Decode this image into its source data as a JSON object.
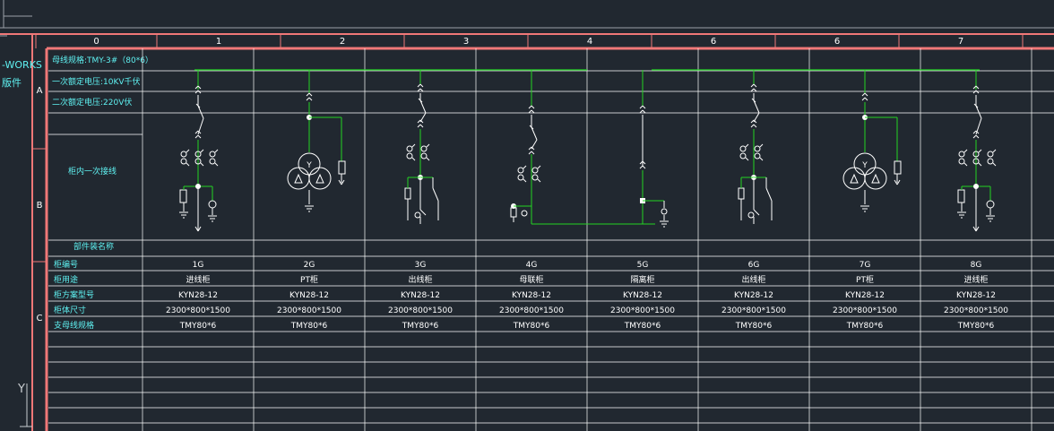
{
  "frame": {
    "left_label_1": "-WORKS",
    "left_label_2": "版件",
    "col_numbers": [
      "0",
      "1",
      "2",
      "3",
      "4",
      "6",
      "6",
      "7"
    ],
    "row_letters": [
      "A",
      "B",
      "C"
    ],
    "ucs_label": "Y"
  },
  "header": {
    "busbar_spec": "母线规格:TMY-3#（80*6）",
    "primary_voltage": "一次额定电压:10KV千伏",
    "secondary_voltage": "二次额定电压:220V伏",
    "primary_wiring": "柜内一次接线",
    "component_name": "部件装名称"
  },
  "table": {
    "row_labels": [
      "柜编号",
      "柜用途",
      "柜方案型号",
      "柜体尺寸",
      "支母线规格"
    ],
    "cabinets": [
      {
        "id": "1G",
        "use": "进线柜",
        "model": "KYN28-12",
        "size": "2300*800*1500",
        "busbar": "TMY80*6",
        "kind": "incoming"
      },
      {
        "id": "2G",
        "use": "PT柜",
        "model": "KYN28-12",
        "size": "2300*800*1500",
        "busbar": "TMY80*6",
        "kind": "pt"
      },
      {
        "id": "3G",
        "use": "出线柜",
        "model": "KYN28-12",
        "size": "2300*800*1500",
        "busbar": "TMY80*6",
        "kind": "outgoing"
      },
      {
        "id": "4G",
        "use": "母联柜",
        "model": "KYN28-12",
        "size": "2300*800*1500",
        "busbar": "TMY80*6",
        "kind": "coupler"
      },
      {
        "id": "5G",
        "use": "隔离柜",
        "model": "KYN28-12",
        "size": "2300*800*1500",
        "busbar": "TMY80*6",
        "kind": "isolator"
      },
      {
        "id": "6G",
        "use": "出线柜",
        "model": "KYN28-12",
        "size": "2300*800*1500",
        "busbar": "TMY80*6",
        "kind": "outgoing"
      },
      {
        "id": "7G",
        "use": "PT柜",
        "model": "KYN28-12",
        "size": "2300*800*1500",
        "busbar": "TMY80*6",
        "kind": "pt"
      },
      {
        "id": "8G",
        "use": "进线柜",
        "model": "KYN28-12",
        "size": "2300*800*1500",
        "busbar": "TMY80*6",
        "kind": "incoming"
      }
    ]
  },
  "colors": {
    "background": "#212830",
    "frame": "#f07878",
    "busbar": "#22d422",
    "text": "#ffffff",
    "label": "#5ff2f2",
    "gridline": "#ffffff"
  }
}
